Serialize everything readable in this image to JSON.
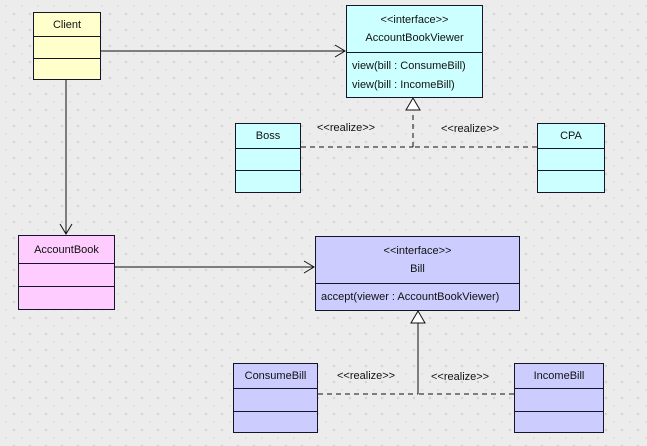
{
  "classes": {
    "client": {
      "name": "Client"
    },
    "viewer": {
      "stereotype": "<<interface>>",
      "name": "AccountBookViewer",
      "methods": [
        "view(bill : ConsumeBill)",
        "view(bill : IncomeBill)"
      ]
    },
    "boss": {
      "name": "Boss"
    },
    "cpa": {
      "name": "CPA"
    },
    "accountbook": {
      "name": "AccountBook"
    },
    "bill": {
      "stereotype": "<<interface>>",
      "name": "Bill",
      "methods": [
        "accept(viewer : AccountBookViewer)"
      ]
    },
    "consumebill": {
      "name": "ConsumeBill"
    },
    "incomebill": {
      "name": "IncomeBill"
    }
  },
  "labels": {
    "realize_boss": "<<realize>>",
    "realize_cpa": "<<realize>>",
    "realize_consume": "<<realize>>",
    "realize_income": "<<realize>>"
  },
  "relationships": [
    {
      "from": "Client",
      "to": "AccountBookViewer",
      "type": "association"
    },
    {
      "from": "Client",
      "to": "AccountBook",
      "type": "association"
    },
    {
      "from": "AccountBook",
      "to": "Bill",
      "type": "association"
    },
    {
      "from": "Boss",
      "to": "AccountBookViewer",
      "type": "realize"
    },
    {
      "from": "CPA",
      "to": "AccountBookViewer",
      "type": "realize"
    },
    {
      "from": "ConsumeBill",
      "to": "Bill",
      "type": "realize"
    },
    {
      "from": "IncomeBill",
      "to": "Bill",
      "type": "realize"
    }
  ],
  "colors": {
    "client_fill": "#ffffcc",
    "viewer_fill": "#ccffff",
    "accountbook_fill": "#ffccff",
    "bill_fill": "#ccccff",
    "canvas_bg": "#ececec",
    "grid_dot": "#d3d3d3",
    "border": "#14142a"
  }
}
